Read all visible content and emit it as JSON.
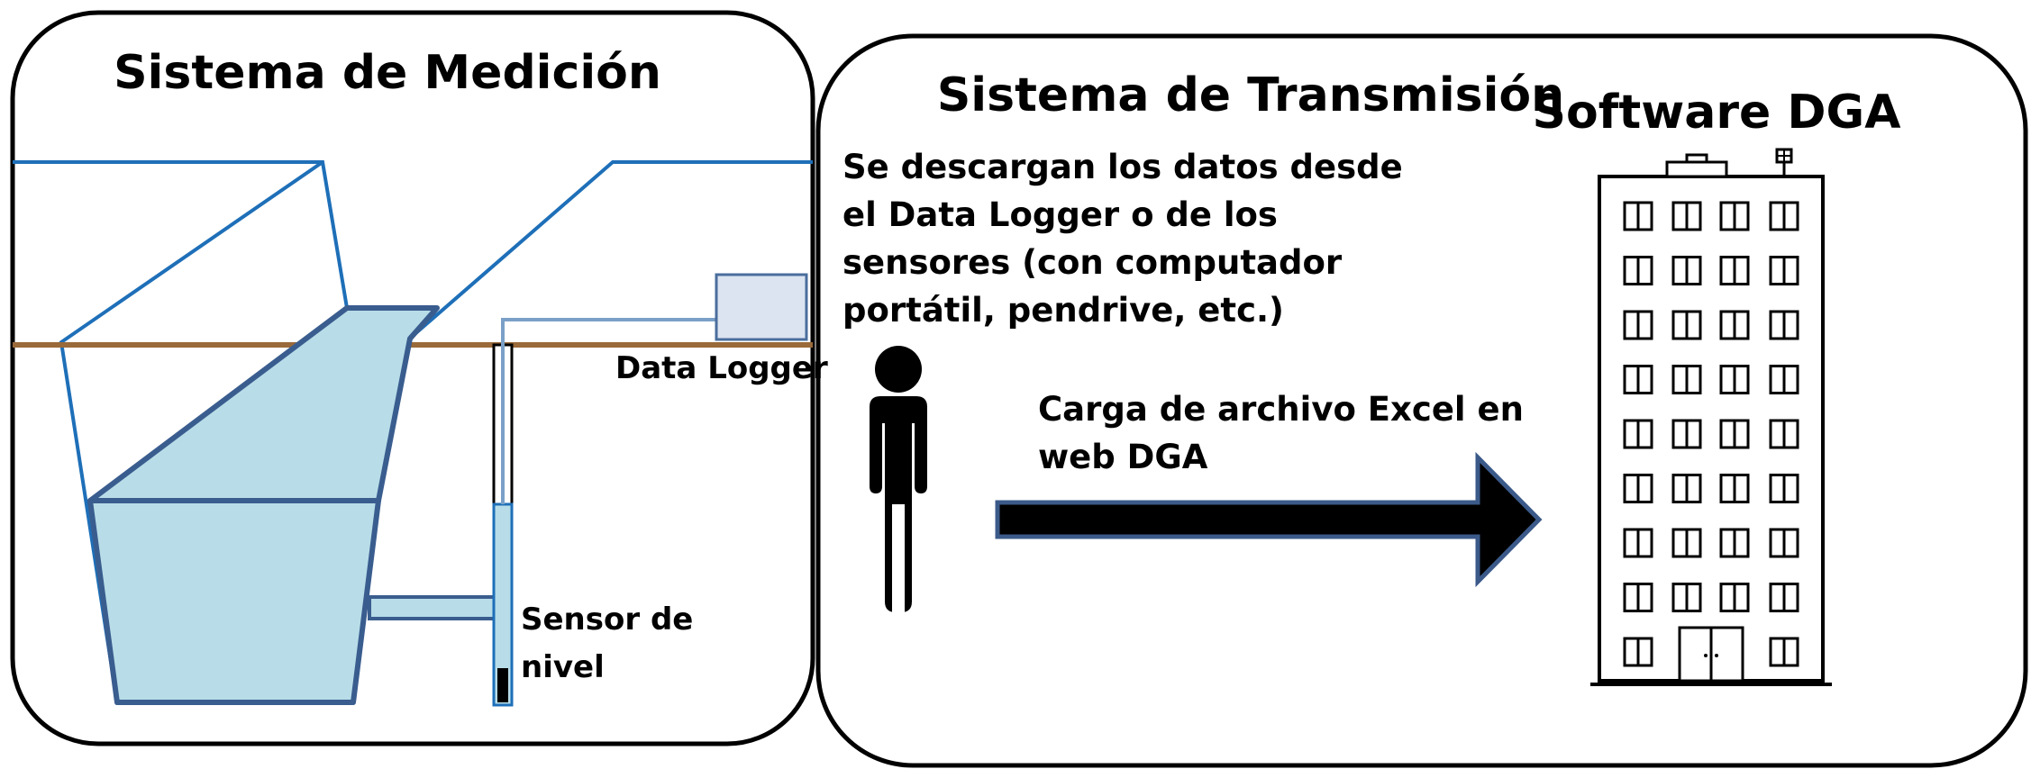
{
  "measurement_panel": {
    "title": "Sistema de Medición",
    "data_logger_label": "Data Logger",
    "sensor_label_line1": "Sensor de",
    "sensor_label_line2": "nivel"
  },
  "transmission_panel": {
    "title": "Sistema de Transmisión",
    "description_lines": [
      "Se descargan los datos desde",
      "el Data Logger o de los",
      "sensores (con computador",
      "portátil, pendrive, etc.)"
    ],
    "arrow_label_lines": [
      "Carga de archivo Excel en",
      "web DGA"
    ],
    "software_title": "Software DGA"
  },
  "colors": {
    "water": "#b8dde8",
    "canal_line": "#1e6fb8",
    "channel_outline": "#3a5d8f",
    "ground": "#9a6a3a",
    "logger_fill": "#dbe4f0",
    "logger_stroke": "#4a6d9c",
    "arrow_fill": "#000000",
    "arrow_stroke": "#3b5a8a",
    "outline": "#000000"
  },
  "icons": [
    "person-icon",
    "building-icon",
    "arrow-right-icon"
  ]
}
